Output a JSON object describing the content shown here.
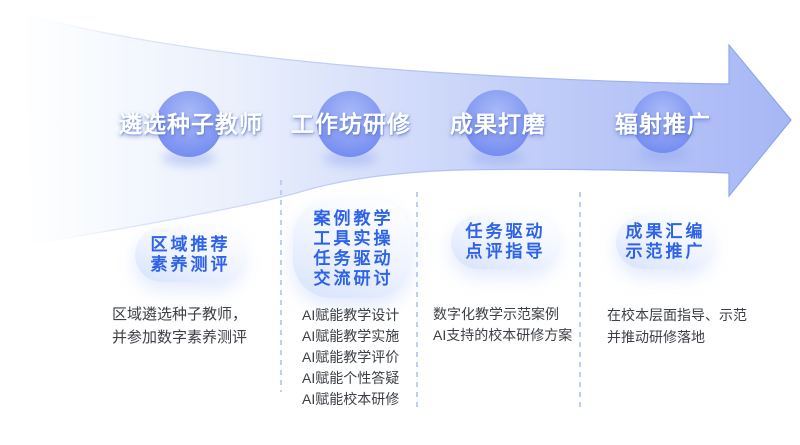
{
  "diagram": {
    "type": "process-flow-arrow",
    "stages": [
      {
        "title": "遴选种子教师",
        "pill_lines": [
          "区域推荐",
          "素养测评"
        ],
        "desc_lines": [
          "区域遴选种子教师，",
          "并参加数字素养测评"
        ]
      },
      {
        "title": "工作坊研修",
        "pill_lines": [
          "案例教学",
          "工具实操",
          "任务驱动",
          "交流研讨"
        ],
        "desc_lines": [
          "AI赋能教学设计",
          "AI赋能教学实施",
          "AI赋能教学评价",
          "AI赋能个性答疑",
          "AI赋能校本研修"
        ]
      },
      {
        "title": "成果打磨",
        "pill_lines": [
          "任务驱动",
          "点评指导"
        ],
        "desc_lines": [
          "数字化教学示范案例",
          "AI支持的校本研修方案"
        ]
      },
      {
        "title": "辐射推广",
        "pill_lines": [
          "成果汇编",
          "示范推广"
        ],
        "desc_lines": [
          "在校本层面指导、示范",
          "并推动研修落地"
        ]
      }
    ],
    "colors": {
      "arrow_gradient_start": "#ffffff",
      "arrow_gradient_end": "#a7b7f5",
      "arrow_edge": "#8aa2ee",
      "stage_circle": "#7d95f2",
      "stage_title_text": "#ffffff",
      "pill_background_top": "#fdfeff",
      "pill_background_bottom": "#d7e3fc",
      "pill_text": "#2e63e9",
      "divider_dash": "#bccff5",
      "body_text": "#3c4046"
    }
  }
}
